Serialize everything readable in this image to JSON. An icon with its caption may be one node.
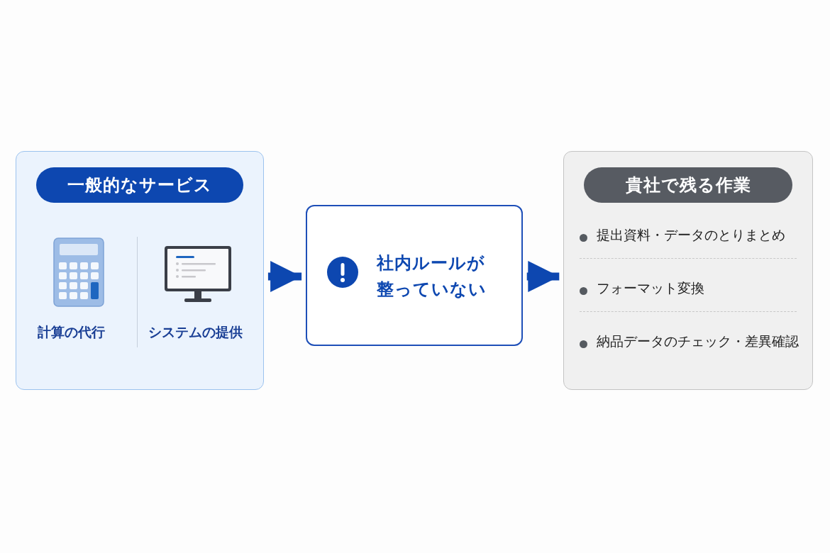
{
  "diagram": {
    "nodes": [
      {
        "text": [
          "一般的なサービス",
          "計算の代行",
          "システムの提供"
        ]
      },
      {
        "text": [
          "社内ルールが整っていない"
        ]
      },
      {
        "text": [
          "貴社で残る作業",
          "提出資料・データのとりまとめ",
          "フォーマット変換",
          "納品データのチェック・差異確認"
        ]
      }
    ],
    "edges": [
      {
        "from": 0,
        "to": 1,
        "arrow": "to"
      },
      {
        "from": 1,
        "to": 2,
        "arrow": "to"
      }
    ]
  }
}
